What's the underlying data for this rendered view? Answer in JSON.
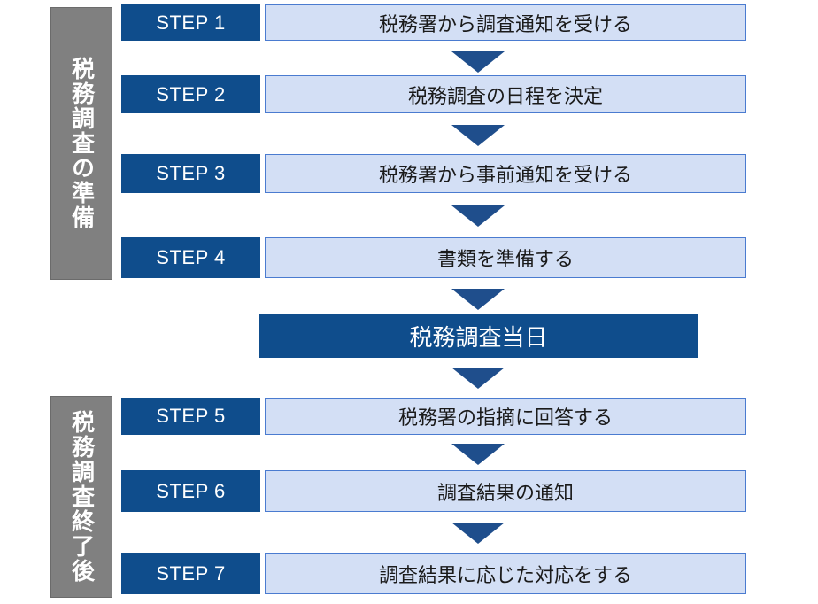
{
  "phases": {
    "preparation": "税務調査の準備",
    "after": "税務調査終了後"
  },
  "steps": [
    {
      "label": "STEP 1",
      "text": "税務署から調査通知を受ける"
    },
    {
      "label": "STEP 2",
      "text": "税務調査の日程を決定"
    },
    {
      "label": "STEP 3",
      "text": "税務署から事前通知を受ける"
    },
    {
      "label": "STEP 4",
      "text": "書類を準備する"
    },
    {
      "label": "STEP 5",
      "text": "税務署の指摘に回答する"
    },
    {
      "label": "STEP 6",
      "text": "調査結果の通知"
    },
    {
      "label": "STEP 7",
      "text": "調査結果に応じた対応をする"
    }
  ],
  "audit_day": "税務調査当日",
  "colors": {
    "step_label_bg": "#0f4d8c",
    "step_desc_bg": "#d3dff5",
    "step_desc_border": "#4a7bd0",
    "phase_bg": "#808080",
    "arrow": "#1f4e8c"
  }
}
